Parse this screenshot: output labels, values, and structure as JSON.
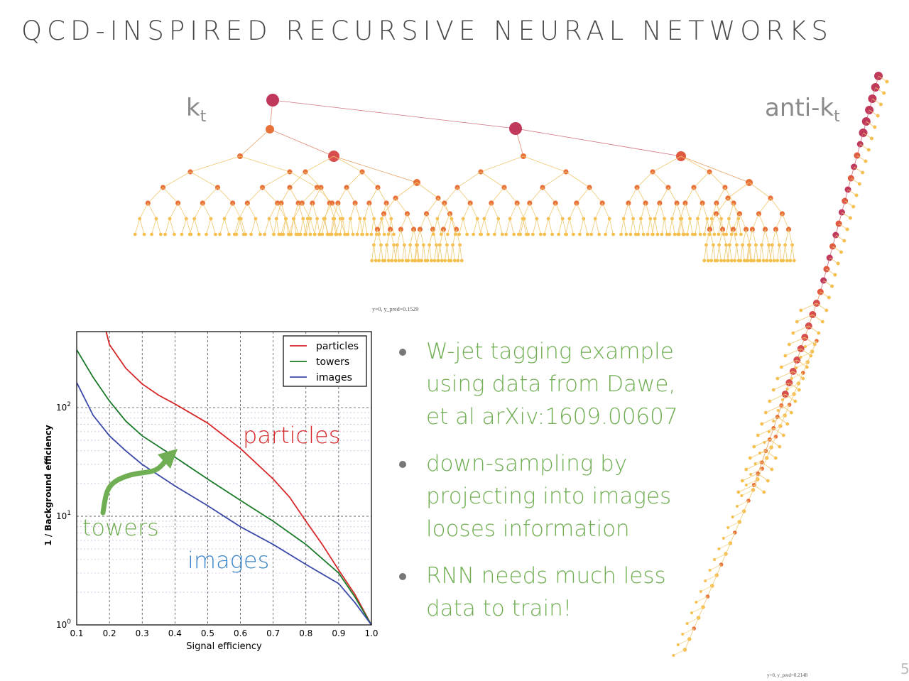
{
  "title": "QCD-INSPIRED RECURSIVE NEURAL NETWORKS",
  "tree_labels": {
    "left_main": "k",
    "left_sub": "t",
    "right_main": "anti-k",
    "right_sub": "t"
  },
  "captions": {
    "left_tree": "y=0, y_pred=0.1529",
    "right_tree": "y=0, y_pred=0.2148"
  },
  "page_number": "5",
  "bullets": [
    "W-jet tagging example using data from Dawe, et al arXiv:1609.00607",
    "down-sampling by projecting into images looses information",
    "RNN needs much less data to train!"
  ],
  "annotations": {
    "particles": "particles",
    "towers": "towers",
    "images": "images"
  },
  "colors": {
    "particles": "#d62728",
    "towers": "#1a7a2a",
    "images": "#3b4aa8",
    "bullet_text": "#6fae52",
    "arrow": "#6fae52",
    "annotation_images": "#3b86c8",
    "tree_root": "#c0395a",
    "tree_mid": "#e8713a",
    "tree_leaf": "#f5c050"
  },
  "chart_data": {
    "type": "line",
    "xlabel": "Signal efficiency",
    "ylabel": "1 / Background efficiency",
    "xlim": [
      0.1,
      1.0
    ],
    "ylim": [
      1,
      500
    ],
    "yscale": "log",
    "xticks": [
      "0.1",
      "0.2",
      "0.3",
      "0.4",
      "0.5",
      "0.6",
      "0.7",
      "0.8",
      "0.9",
      "1.0"
    ],
    "yticks": [
      {
        "base": "10",
        "exp": "0",
        "value": 1
      },
      {
        "base": "10",
        "exp": "1",
        "value": 10
      },
      {
        "base": "10",
        "exp": "2",
        "value": 100
      }
    ],
    "grid": true,
    "legend_position": "top-right",
    "series": [
      {
        "name": "particles",
        "color": "#d62728",
        "points": [
          [
            0.19,
            500
          ],
          [
            0.2,
            380
          ],
          [
            0.25,
            230
          ],
          [
            0.3,
            165
          ],
          [
            0.35,
            130
          ],
          [
            0.4,
            108
          ],
          [
            0.5,
            72
          ],
          [
            0.6,
            42
          ],
          [
            0.7,
            22
          ],
          [
            0.75,
            15
          ],
          [
            0.8,
            9
          ],
          [
            0.85,
            5.5
          ],
          [
            0.9,
            3.2
          ],
          [
            0.95,
            1.9
          ],
          [
            1.0,
            1.0
          ]
        ]
      },
      {
        "name": "towers",
        "color": "#1a7a2a",
        "points": [
          [
            0.1,
            340
          ],
          [
            0.15,
            190
          ],
          [
            0.2,
            115
          ],
          [
            0.25,
            75
          ],
          [
            0.3,
            55
          ],
          [
            0.4,
            35
          ],
          [
            0.5,
            22
          ],
          [
            0.6,
            14
          ],
          [
            0.7,
            9
          ],
          [
            0.8,
            5.5
          ],
          [
            0.9,
            3.0
          ],
          [
            0.95,
            1.8
          ],
          [
            1.0,
            1.0
          ]
        ]
      },
      {
        "name": "images",
        "color": "#3b4aa8",
        "points": [
          [
            0.1,
            170
          ],
          [
            0.15,
            85
          ],
          [
            0.2,
            55
          ],
          [
            0.25,
            40
          ],
          [
            0.3,
            30
          ],
          [
            0.4,
            19
          ],
          [
            0.5,
            12.5
          ],
          [
            0.6,
            8
          ],
          [
            0.7,
            5.5
          ],
          [
            0.8,
            3.6
          ],
          [
            0.9,
            2.4
          ],
          [
            0.95,
            1.6
          ],
          [
            1.0,
            1.0
          ]
        ]
      }
    ]
  }
}
